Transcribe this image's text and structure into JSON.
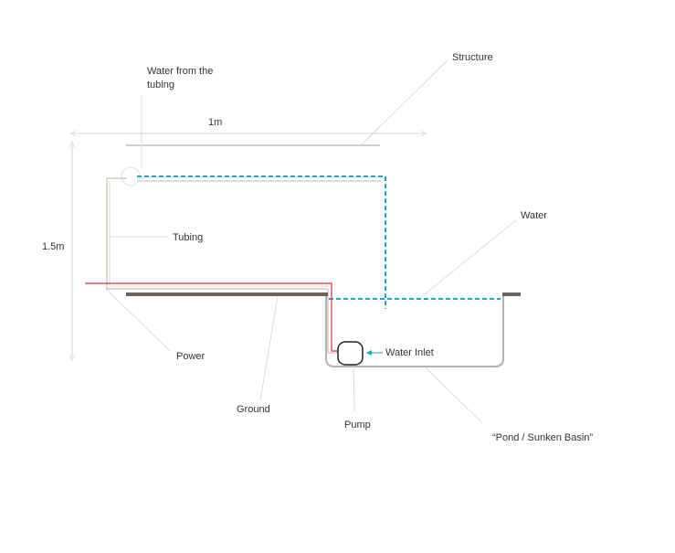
{
  "labels": {
    "water_from_tubing_line1": "Water from the",
    "water_from_tubing_line2": "tubing",
    "structure": "Structure",
    "width_dimension": "1m",
    "height_dimension": "1.5m",
    "tubing": "Tubing",
    "water": "Water",
    "water_inlet": "Water Inlet",
    "power": "Power",
    "ground": "Ground",
    "pump": "Pump",
    "pond": "“Pond / Sunken Basin”"
  },
  "colors": {
    "background": "#ffffff",
    "dimension_line": "#d4d4d4",
    "leader_line": "#dcdcdc",
    "structure": "#cfcfcf",
    "tubing": "#c9bfb0",
    "water": "#1fa3d9",
    "power": "#d6333c",
    "ground": "#6f6258",
    "basin": "#b3b3b3",
    "pump": "#222222",
    "text": "#333333"
  }
}
